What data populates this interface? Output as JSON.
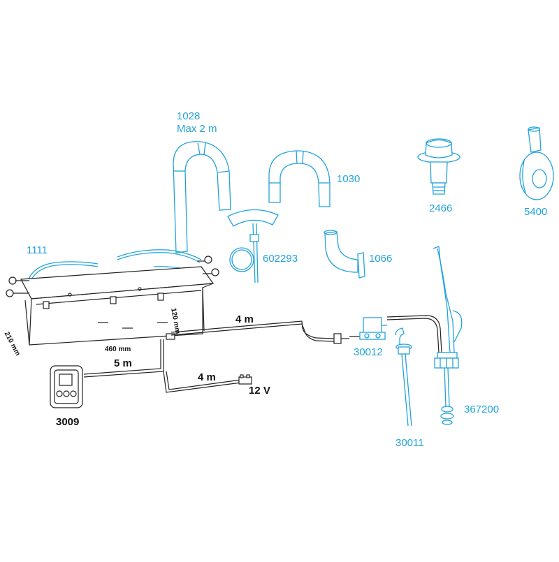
{
  "colors": {
    "part_blue": "#22a3dc",
    "line_dark": "#222222",
    "background": "#ffffff"
  },
  "labels": {
    "hose_1028_code": "1028",
    "hose_1028_note": "Max 2 m",
    "hose_1030": "1030",
    "clip_602293": "602293",
    "elbow_1066": "1066",
    "fitting_2466": "2466",
    "fitting_5400": "5400",
    "rails_1111": "1111",
    "valve_30012": "30012",
    "pipe_30011": "30011",
    "nozzle_367200": "367200",
    "panel_3009": "3009",
    "power_12v": "12 V"
  },
  "dimensions": {
    "height": "120 mm",
    "width": "460 mm",
    "depth": "210 mm"
  },
  "cables": {
    "to_valve": "4 m",
    "to_panel": "5 m",
    "to_power": "4 m"
  },
  "icons": [
    "hose-icon",
    "clip-icon",
    "elbow-icon",
    "deck-fitting-icon",
    "hull-fitting-icon",
    "tank-icon",
    "control-panel-icon",
    "solenoid-valve-icon",
    "power-connector-icon",
    "filler-pipe-icon",
    "nozzle-icon"
  ]
}
